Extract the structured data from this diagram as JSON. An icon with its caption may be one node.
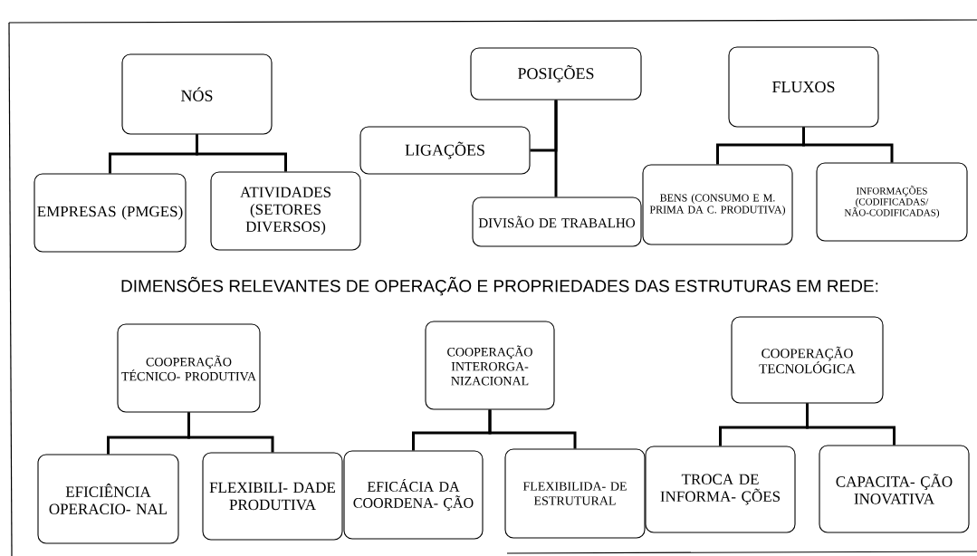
{
  "diagram": {
    "nodes": [
      {
        "text": [
          "NÓS"
        ]
      },
      {
        "text": [
          "EMPRESAS (PMGES)"
        ]
      },
      {
        "text": [
          "ATIVIDADES (SETORES DIVERSOS)"
        ]
      },
      {
        "text": [
          "POSIÇÕES"
        ]
      },
      {
        "text": [
          "LIGAÇÕES"
        ]
      },
      {
        "text": [
          "DIVISÃO DE TRABALHO"
        ]
      },
      {
        "text": [
          "FLUXOS"
        ]
      },
      {
        "text": [
          "BENS (CONSUMO E M. PRIMA DA C. PRODUTIVA)"
        ]
      },
      {
        "text": [
          "INFORMAÇÕES (CODIFICADAS/ NÃO-CODIFICADAS)"
        ]
      },
      {
        "text": [
          "COOPERAÇÃO TÉCNICO- PRODUTIVA"
        ]
      },
      {
        "text": [
          "EFICIÊNCIA OPERACIO- NAL"
        ]
      },
      {
        "text": [
          "FLEXIBILI- DADE PRODUTIVA"
        ]
      },
      {
        "text": [
          "COOPERAÇÃO INTERORGA- NIZACIONAL"
        ]
      },
      {
        "text": [
          "EFICÁCIA DA COORDENA- ÇÃO"
        ]
      },
      {
        "text": [
          "FLEXIBILIDA- DE ESTRUTURAL"
        ]
      },
      {
        "text": [
          "COOPERAÇÃO TECNOLÓGICA"
        ]
      },
      {
        "text": [
          "TROCA DE INFORMA- ÇÕES"
        ]
      },
      {
        "text": [
          "CAPACITA- ÇÃO INOVATIVA"
        ]
      }
    ],
    "edges": [
      {
        "from": 0,
        "to": 1,
        "arrow": "none"
      },
      {
        "from": 0,
        "to": 2,
        "arrow": "none"
      },
      {
        "from": 3,
        "to": 4,
        "arrow": "none"
      },
      {
        "from": 3,
        "to": 5,
        "arrow": "none"
      },
      {
        "from": 6,
        "to": 7,
        "arrow": "none"
      },
      {
        "from": 6,
        "to": 8,
        "arrow": "none"
      },
      {
        "from": 9,
        "to": 10,
        "arrow": "none"
      },
      {
        "from": 9,
        "to": 11,
        "arrow": "none"
      },
      {
        "from": 12,
        "to": 13,
        "arrow": "none"
      },
      {
        "from": 12,
        "to": 14,
        "arrow": "none"
      },
      {
        "from": 15,
        "to": 16,
        "arrow": "none"
      },
      {
        "from": 15,
        "to": 17,
        "arrow": "none"
      }
    ],
    "labels": [
      "DIMENSÕES RELEVANTES DE OPERAÇÃO E PROPRIEDADES DAS ESTRUTURAS EM REDE:"
    ]
  }
}
